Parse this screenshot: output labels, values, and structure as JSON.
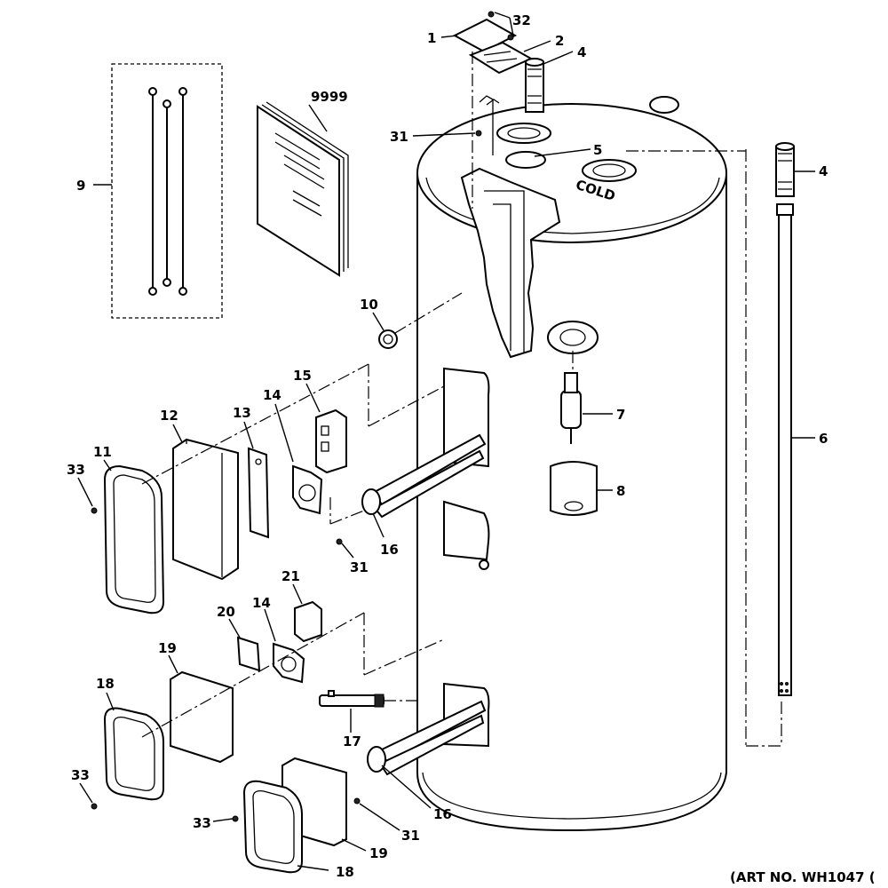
{
  "diagram": {
    "art_number": "(ART NO. WH1047 (",
    "cold_marking": "COLD",
    "callouts": [
      {
        "id": "c32",
        "text": "32"
      },
      {
        "id": "c1",
        "text": "1"
      },
      {
        "id": "c2",
        "text": "2"
      },
      {
        "id": "c4a",
        "text": "4"
      },
      {
        "id": "c9999",
        "text": "9999"
      },
      {
        "id": "c31a",
        "text": "31"
      },
      {
        "id": "c5",
        "text": "5"
      },
      {
        "id": "c4b",
        "text": "4"
      },
      {
        "id": "c9",
        "text": "9"
      },
      {
        "id": "c10",
        "text": "10"
      },
      {
        "id": "c15",
        "text": "15"
      },
      {
        "id": "c14a",
        "text": "14"
      },
      {
        "id": "c13",
        "text": "13"
      },
      {
        "id": "c12",
        "text": "12"
      },
      {
        "id": "c11",
        "text": "11"
      },
      {
        "id": "c33a",
        "text": "33"
      },
      {
        "id": "c7",
        "text": "7"
      },
      {
        "id": "c6",
        "text": "6"
      },
      {
        "id": "c8",
        "text": "8"
      },
      {
        "id": "c16a",
        "text": "16"
      },
      {
        "id": "c31b",
        "text": "31"
      },
      {
        "id": "c21",
        "text": "21"
      },
      {
        "id": "c20",
        "text": "20"
      },
      {
        "id": "c14b",
        "text": "14"
      },
      {
        "id": "c19a",
        "text": "19"
      },
      {
        "id": "c18a",
        "text": "18"
      },
      {
        "id": "c17",
        "text": "17"
      },
      {
        "id": "c33b",
        "text": "33"
      },
      {
        "id": "c16b",
        "text": "16"
      },
      {
        "id": "c31c",
        "text": "31"
      },
      {
        "id": "c33c",
        "text": "33"
      },
      {
        "id": "c19b",
        "text": "19"
      },
      {
        "id": "c18b",
        "text": "18"
      }
    ]
  }
}
